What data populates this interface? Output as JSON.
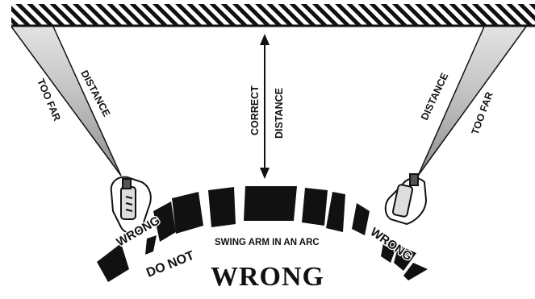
{
  "labels": {
    "too_far_left": "TOO FAR",
    "distance_left": "DISTANCE",
    "correct": "CORRECT",
    "distance_center": "DISTANCE",
    "distance_right": "DISTANCE",
    "too_far_right": "TOO FAR",
    "wrong_left": "WRONG",
    "wrong_right": "WRONG",
    "do_not": "DO NOT",
    "swing_arm": "SWING ARM IN AN ARC",
    "caption": "WRONG"
  },
  "colors": {
    "ink": "#111111",
    "background": "#ffffff",
    "stipple": "#8a8a8a"
  },
  "icons": {
    "wall": "hatched-wall",
    "hands": "hand-holding-sprayer-icon"
  }
}
